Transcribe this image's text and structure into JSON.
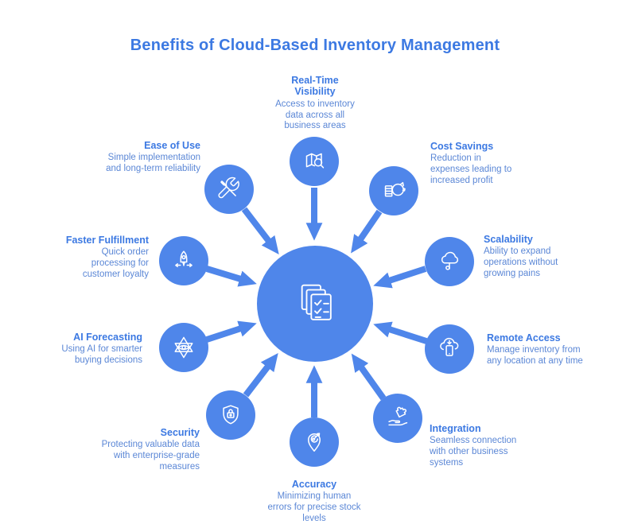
{
  "title": "Benefits of Cloud-Based Inventory Management",
  "colors": {
    "accent": "#3c79e2",
    "node_fill": "#4f86ea",
    "body_text": "#5b87d6",
    "icon_stroke": "#ffffff",
    "background": "#ffffff"
  },
  "center": {
    "icon": "checklist-documents-icon"
  },
  "nodes": [
    {
      "id": "real-time-visibility",
      "title": "Real-Time Visibility",
      "desc": "Access to inventory data across all business areas",
      "icon": "map-search-icon"
    },
    {
      "id": "cost-savings",
      "title": "Cost Savings",
      "desc": "Reduction in expenses leading to increased profit",
      "icon": "piggy-bank-coins-icon"
    },
    {
      "id": "scalability",
      "title": "Scalability",
      "desc": "Ability to expand operations without growing pains",
      "icon": "cloud-growth-icon"
    },
    {
      "id": "remote-access",
      "title": "Remote Access",
      "desc": "Manage inventory from any location at any time",
      "icon": "cloud-device-download-icon"
    },
    {
      "id": "integration",
      "title": "Integration",
      "desc": "Seamless connection with other business systems",
      "icon": "hand-puzzle-icon"
    },
    {
      "id": "accuracy",
      "title": "Accuracy",
      "desc": "Minimizing human errors for precise stock levels",
      "icon": "target-pin-icon"
    },
    {
      "id": "security",
      "title": "Security",
      "desc": "Protecting valuable data with enterprise-grade measures",
      "icon": "shield-lock-icon"
    },
    {
      "id": "ai-forecasting",
      "title": "AI Forecasting",
      "desc": "Using AI for smarter buying decisions",
      "icon": "hexagram-eye-icon"
    },
    {
      "id": "faster-fulfillment",
      "title": "Faster Fulfillment",
      "desc": "Quick order processing for customer loyalty",
      "icon": "rocket-launch-icon"
    },
    {
      "id": "ease-of-use",
      "title": "Ease of Use",
      "desc": "Simple implementation and long-term reliability",
      "icon": "crossed-tools-icon"
    }
  ]
}
